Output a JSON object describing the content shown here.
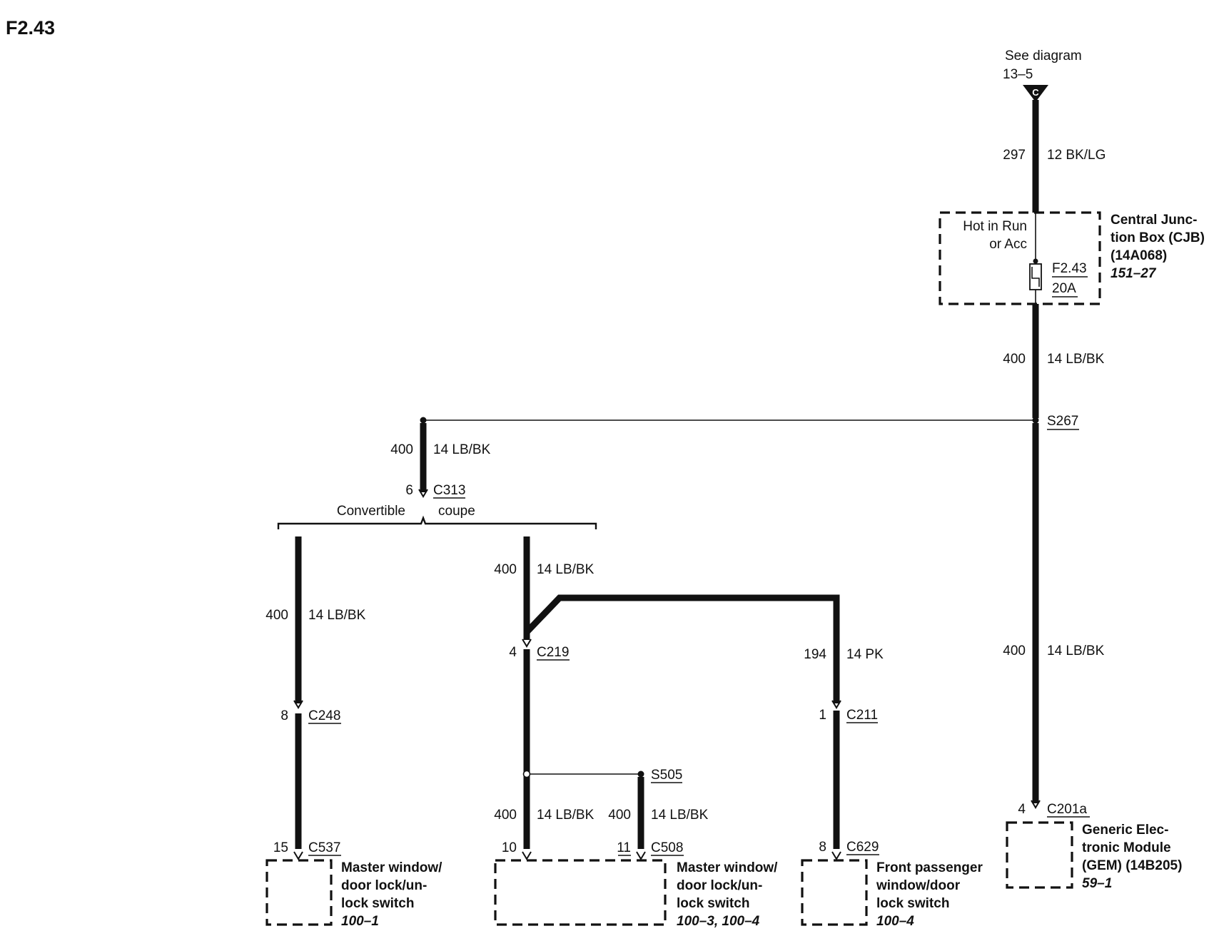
{
  "page_title": "F2.43",
  "top_connector": {
    "see_text": "See diagram",
    "ref": "13–5",
    "letter": "C"
  },
  "wires": {
    "w297": {
      "circuit": "297",
      "gauge_color": "12 BK/LG"
    },
    "w400_cjb": {
      "circuit": "400",
      "gauge_color": "14 LB/BK"
    },
    "w400_left": {
      "circuit": "400",
      "gauge_color": "14 LB/BK"
    },
    "w400_conv": {
      "circuit": "400",
      "gauge_color": "14 LB/BK"
    },
    "w400_coupe": {
      "circuit": "400",
      "gauge_color": "14 LB/BK"
    },
    "w194": {
      "circuit": "194",
      "gauge_color": "14 PK"
    },
    "w400_gem": {
      "circuit": "400",
      "gauge_color": "14 LB/BK"
    },
    "w400_c508_10": {
      "circuit": "400",
      "gauge_color": "14 LB/BK"
    },
    "w400_c508_11": {
      "circuit": "400",
      "gauge_color": "14 LB/BK"
    }
  },
  "cjb": {
    "hot_line1": "Hot in Run",
    "hot_line2": "or Acc",
    "fuse_name": "F2.43",
    "fuse_rating": "20A",
    "name_line1": "Central Junc-",
    "name_line2": "tion Box (CJB)",
    "name_line3": "(14A068)",
    "ref": "151–27"
  },
  "splices": {
    "s267": "S267",
    "s505": "S505"
  },
  "connectors": {
    "c313": {
      "pin": "6",
      "name": "C313"
    },
    "c248": {
      "pin": "8",
      "name": "C248"
    },
    "c219": {
      "pin": "4",
      "name": "C219"
    },
    "c211": {
      "pin": "1",
      "name": "C211"
    },
    "c537": {
      "pin": "15",
      "name": "C537"
    },
    "c508_a": {
      "pin": "10"
    },
    "c508_b": {
      "pin": "11",
      "name": "C508"
    },
    "c629": {
      "pin": "8",
      "name": "C629"
    },
    "c201a": {
      "pin": "4",
      "name": "C201a"
    }
  },
  "branches": {
    "convertible": "Convertible",
    "coupe": "coupe"
  },
  "components": {
    "master_switch_1": {
      "line1": "Master window/",
      "line2": "door lock/un-",
      "line3": "lock switch",
      "ref": "100–1"
    },
    "master_switch_2": {
      "line1": "Master window/",
      "line2": "door lock/un-",
      "line3": "lock switch",
      "ref": "100–3, 100–4"
    },
    "front_passenger": {
      "line1": "Front passenger",
      "line2": "window/door",
      "line3": "lock switch",
      "ref": "100–4"
    },
    "gem": {
      "line1": "Generic Elec-",
      "line2": "tronic Module",
      "line3": "(GEM) (14B205)",
      "ref": "59–1"
    }
  }
}
